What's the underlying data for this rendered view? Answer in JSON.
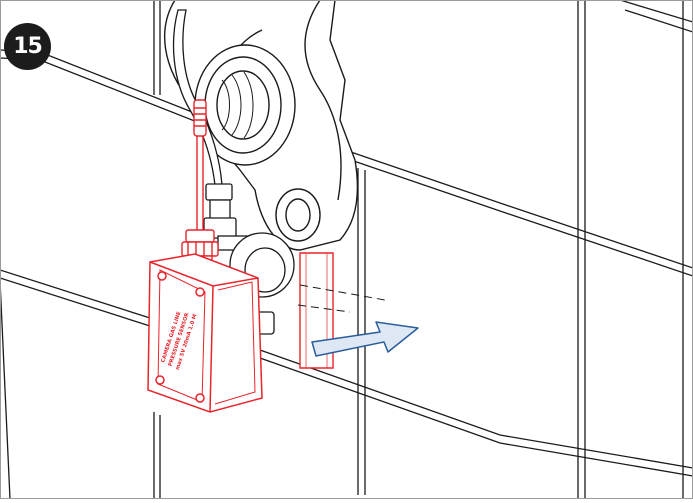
{
  "step": {
    "number": "15"
  },
  "label_text": {
    "line1": "CAMERA GAS LINE",
    "line2": "PRESSURE SENSOR",
    "line3": "max 5V 20mA 1.0 M"
  },
  "colors": {
    "sensor": "#e8242b",
    "arrow_fill": "#dde8f4",
    "arrow_stroke": "#2a5d9c",
    "line": "#1a1a1a",
    "badge": "#1c1c1c"
  },
  "icons": {
    "direction": "arrow-right-icon"
  }
}
